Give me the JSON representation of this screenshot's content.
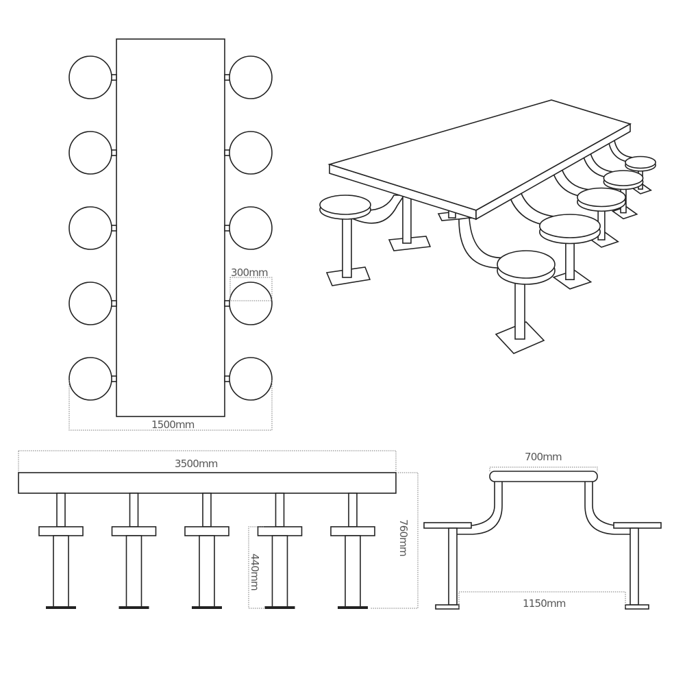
{
  "dimensions": {
    "stool_diameter": "300mm",
    "overall_width": "1500mm",
    "table_length": "3500mm",
    "table_height": "760mm",
    "seat_height": "440mm",
    "table_depth": "700mm",
    "foot_spacing": "1150mm"
  },
  "layout": {
    "stools_per_side": 5,
    "sides": 2
  }
}
